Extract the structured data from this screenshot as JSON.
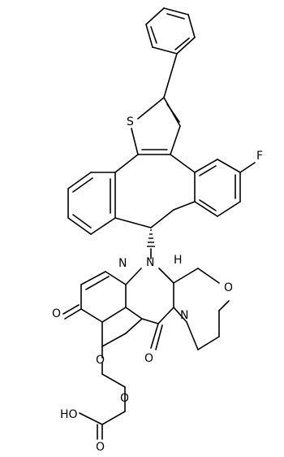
{
  "molecule": {
    "atoms": {
      "S": "S",
      "F": "F",
      "N1": "N",
      "N2": "N",
      "N3": "N",
      "O_ring": "O",
      "O_ketone": "O",
      "O_amide": "O",
      "O_ether": "O",
      "O_carbonate": "O",
      "O_carbonyl": "O",
      "HO": "HO",
      "H": "H"
    }
  }
}
